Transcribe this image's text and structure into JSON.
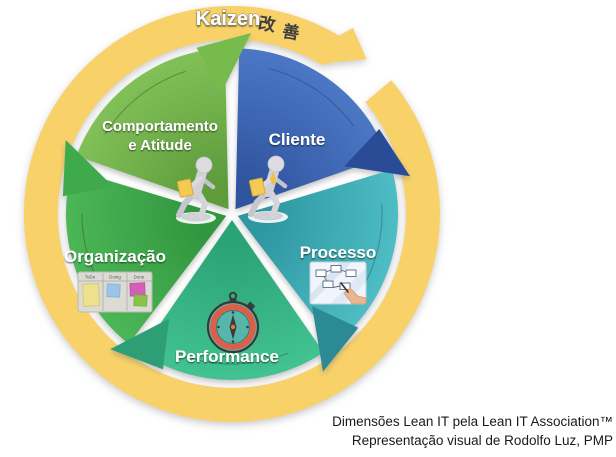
{
  "title": {
    "kaizen_latin": "Kaizen",
    "kaizen_kanji_1": "改",
    "kaizen_kanji_2": "善"
  },
  "wheel": {
    "ring_color": "#F8D269",
    "direction": "clockwise",
    "segments": [
      {
        "id": "cliente",
        "label": "Cliente",
        "color_outer": "#4C79C7",
        "color_inner": "#30549E",
        "arrow_color": "#2A4C96",
        "icon": "customer-person-icon"
      },
      {
        "id": "processo",
        "label": "Processo",
        "color_outer": "#4FBEC5",
        "color_inner": "#2E97A1",
        "arrow_color": "#2B8A94",
        "icon": "flowchart-icon"
      },
      {
        "id": "performance",
        "label": "Performance",
        "color_outer": "#43C492",
        "color_inner": "#2BA378",
        "arrow_color": "#2D9E76",
        "icon": "stopwatch-compass-icon"
      },
      {
        "id": "organizacao",
        "label": "Organização",
        "color_outer": "#4DB858",
        "color_inner": "#31963F",
        "arrow_color": "#3FAA4C",
        "icon": "kanban-board-icon"
      },
      {
        "id": "comportamento",
        "label_line1": "Comportamento",
        "label_line2": "e Atitude",
        "color_outer": "#83C159",
        "color_inner": "#5E9C3C",
        "arrow_color": "#76BB4B",
        "icon": "walking-person-icon"
      }
    ]
  },
  "icons": {
    "kanban": {
      "columns": [
        "ToDo",
        "Doing",
        "Done"
      ]
    }
  },
  "caption": {
    "line1": "Dimensões Lean IT pela Lean IT Association™",
    "line2": "Representação visual de Rodolfo Luz, PMP"
  }
}
